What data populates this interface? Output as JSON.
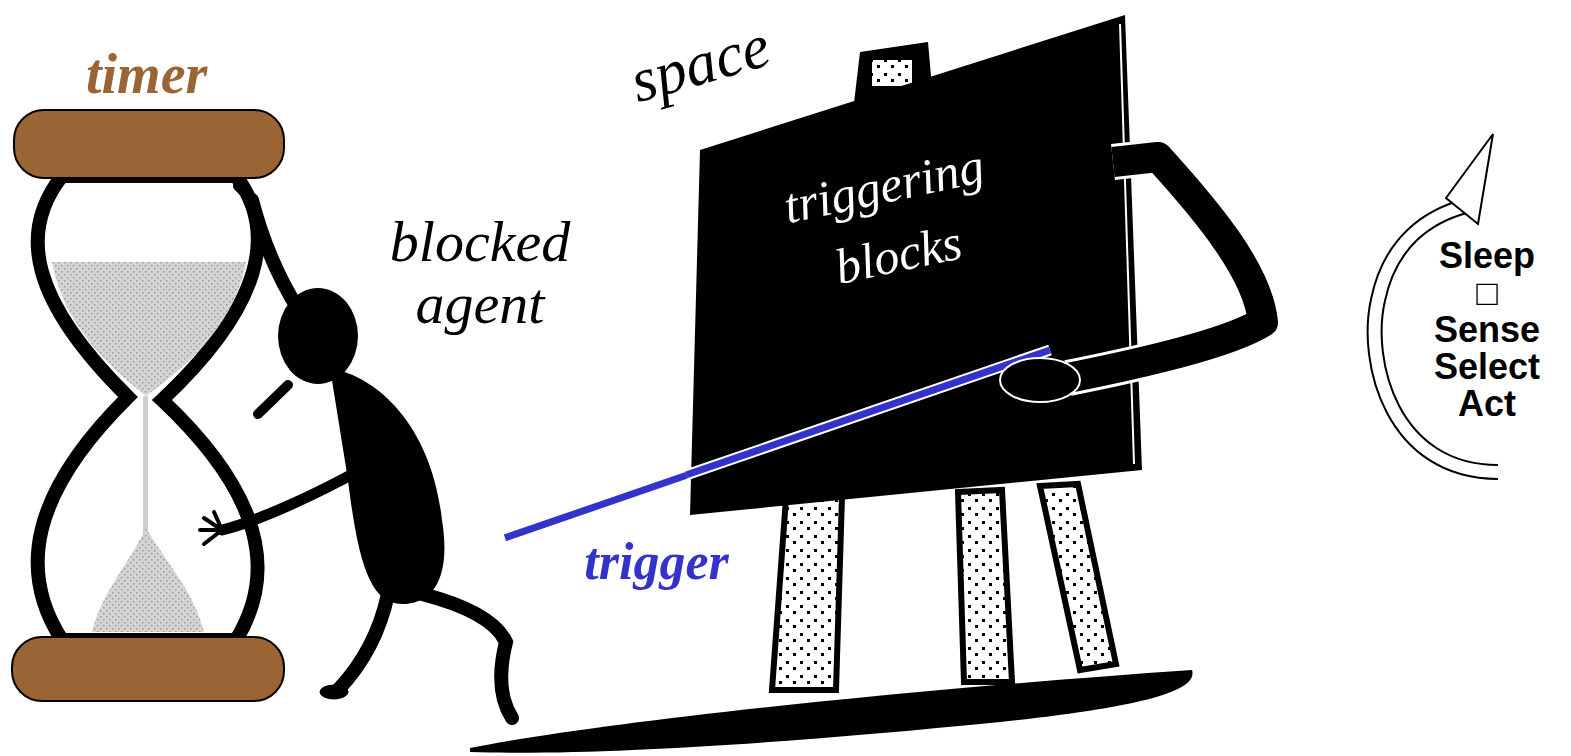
{
  "diagram": {
    "nodes": [
      {
        "text": [
          "timer"
        ]
      },
      {
        "text": [
          "blocked agent"
        ]
      },
      {
        "text": [
          "space",
          "triggering blocks"
        ]
      }
    ],
    "edges": [
      {
        "from": 2,
        "to": 1,
        "arrow": "none",
        "label": "trigger"
      }
    ],
    "labels": [
      "Sleep",
      "□",
      "Sense",
      "Select",
      "Act"
    ]
  }
}
